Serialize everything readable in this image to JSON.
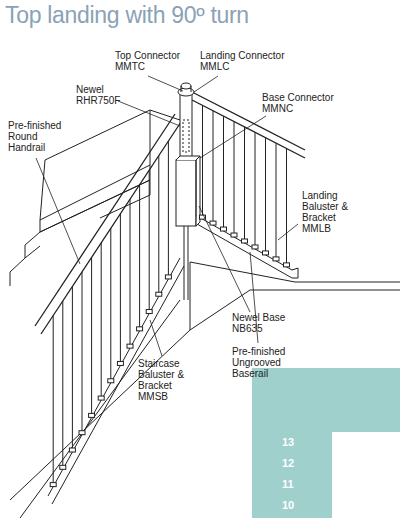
{
  "diagram": {
    "title": "Top landing with 90º turn",
    "nodes": [
      {
        "text": [
          "13"
        ]
      },
      {
        "text": [
          "12"
        ]
      },
      {
        "text": [
          "11"
        ]
      },
      {
        "text": [
          "10"
        ]
      }
    ],
    "labels": [
      "Top Connector MMTC",
      "Landing Connector MMLC",
      "Newel RHR750F",
      "Base Connector MMNC",
      "Pre-finished Round Handrail",
      "Landing Baluster & Bracket MMLB",
      "Newel Base NB635",
      "Pre-finished Ungrooved Baserail",
      "Staircase Baluster & Bracket MMSB"
    ]
  }
}
